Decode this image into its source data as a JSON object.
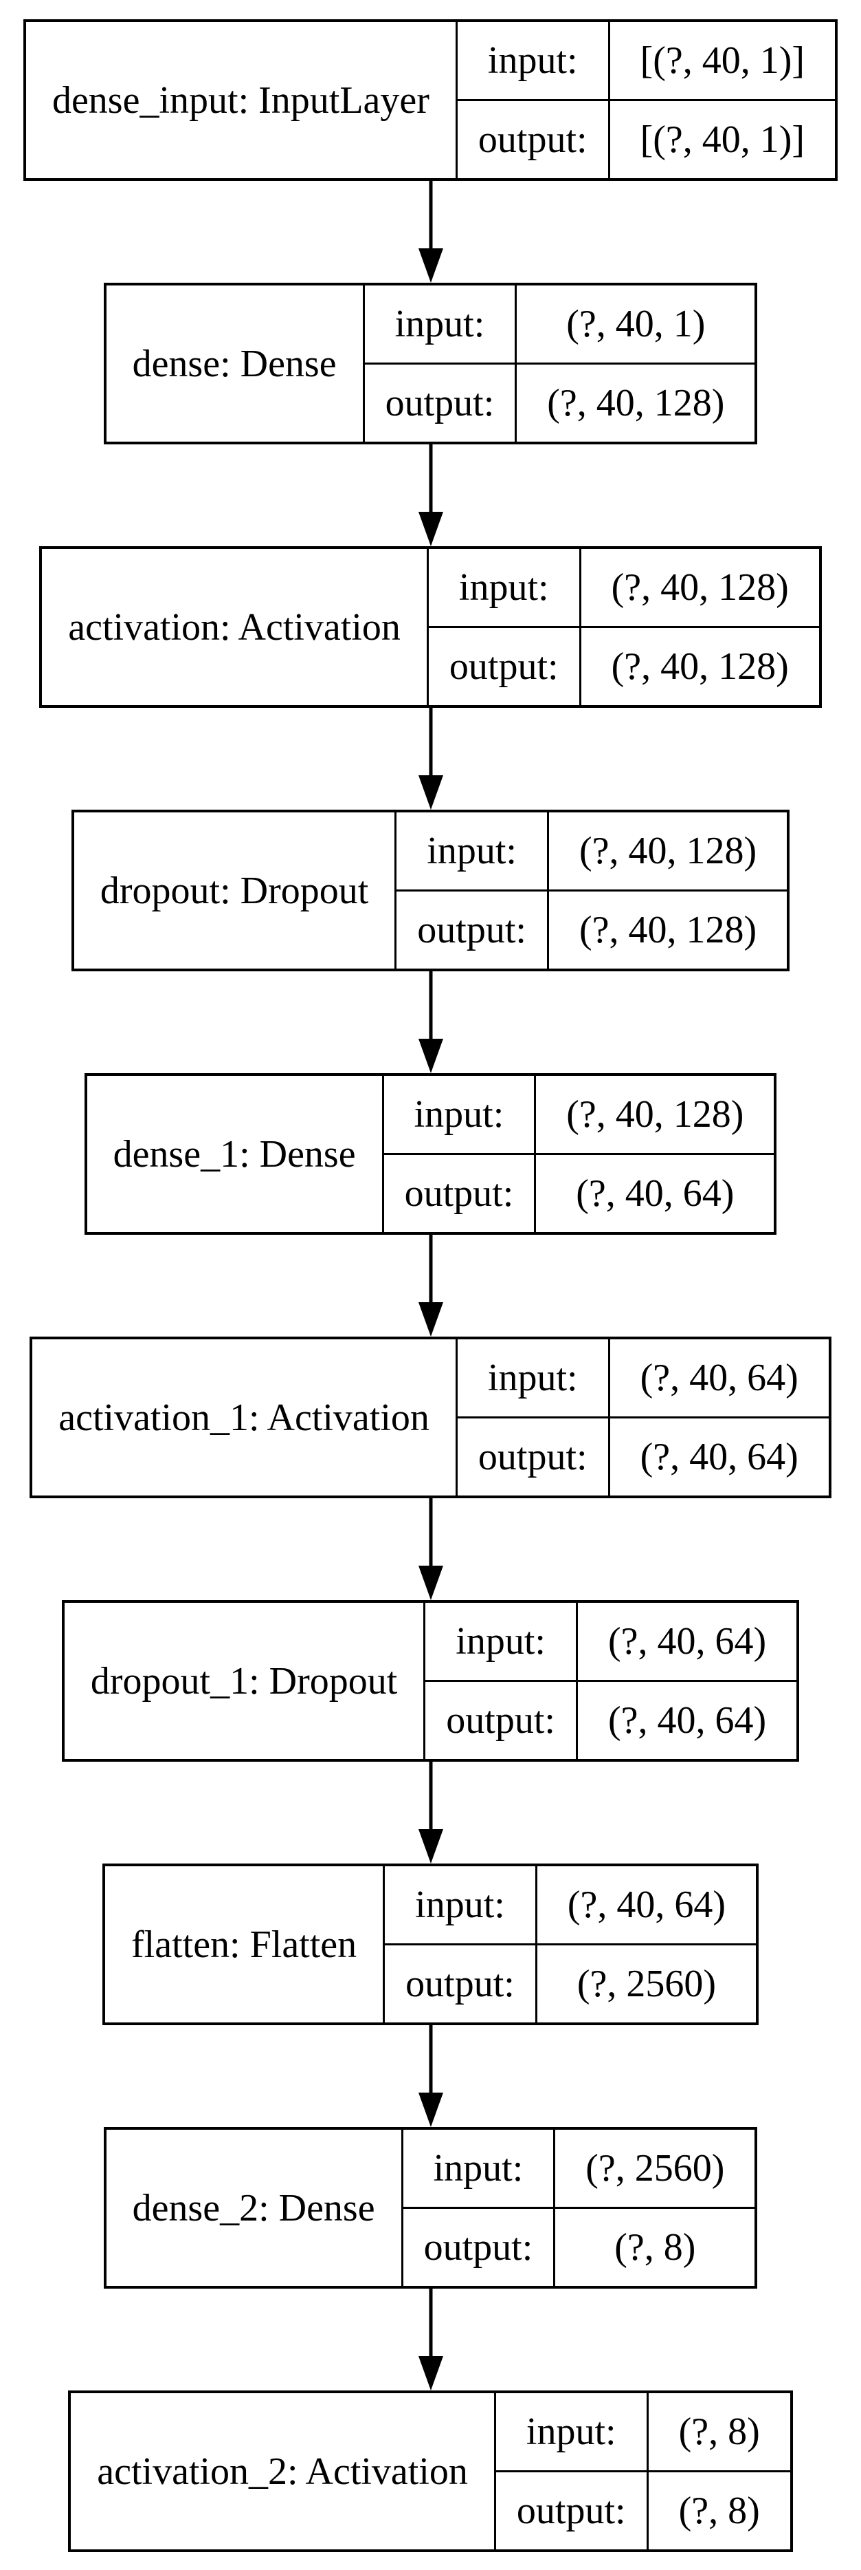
{
  "diagram": {
    "kind": "keras-model-architecture",
    "colors": {
      "background": "#ffffff",
      "border": "#000000",
      "text": "#000000",
      "arrow": "#000000"
    },
    "io_labels": {
      "input": "input:",
      "output": "output:"
    },
    "layers": [
      {
        "name": "dense_input: InputLayer",
        "input_shape": "[(?, 40, 1)]",
        "output_shape": "[(?, 40, 1)]"
      },
      {
        "name": "dense: Dense",
        "input_shape": "(?, 40, 1)",
        "output_shape": "(?, 40, 128)"
      },
      {
        "name": "activation: Activation",
        "input_shape": "(?, 40, 128)",
        "output_shape": "(?, 40, 128)"
      },
      {
        "name": "dropout: Dropout",
        "input_shape": "(?, 40, 128)",
        "output_shape": "(?, 40, 128)"
      },
      {
        "name": "dense_1: Dense",
        "input_shape": "(?, 40, 128)",
        "output_shape": "(?, 40, 64)"
      },
      {
        "name": "activation_1: Activation",
        "input_shape": "(?, 40, 64)",
        "output_shape": "(?, 40, 64)"
      },
      {
        "name": "dropout_1: Dropout",
        "input_shape": "(?, 40, 64)",
        "output_shape": "(?, 40, 64)"
      },
      {
        "name": "flatten: Flatten",
        "input_shape": "(?, 40, 64)",
        "output_shape": "(?, 2560)"
      },
      {
        "name": "dense_2: Dense",
        "input_shape": "(?, 2560)",
        "output_shape": "(?, 8)"
      },
      {
        "name": "activation_2: Activation",
        "input_shape": "(?, 8)",
        "output_shape": "(?, 8)"
      }
    ]
  }
}
